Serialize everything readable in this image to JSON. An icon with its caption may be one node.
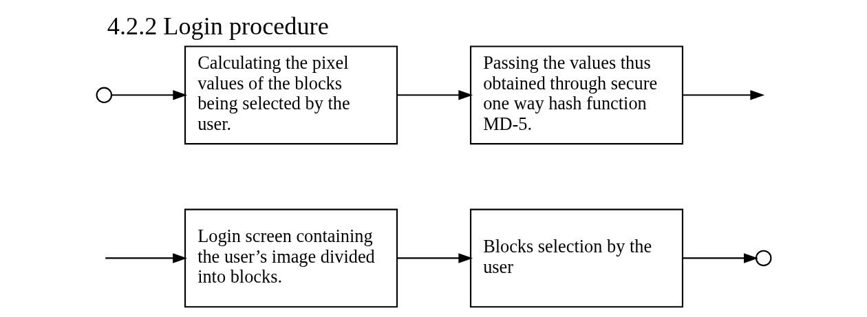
{
  "diagram": {
    "title": "4.2.2 Login procedure",
    "nodes": [
      {
        "text": [
          "Login screen containing the user’s image divided into blocks."
        ]
      },
      {
        "text": [
          "Blocks selection by the user"
        ]
      },
      {
        "text": [],
        "shape": "circle"
      },
      {
        "text": [],
        "shape": "circle"
      },
      {
        "text": [
          "Calculating the pixel values of the blocks being selected by the user."
        ]
      },
      {
        "text": [
          "Passing the values thus obtained through secure one way hash function MD-5."
        ]
      }
    ],
    "edges": [
      {
        "from": null,
        "to": 0,
        "arrow": "to"
      },
      {
        "from": 0,
        "to": 1,
        "arrow": "to"
      },
      {
        "from": 1,
        "to": 2,
        "arrow": "to"
      },
      {
        "from": 3,
        "to": 4,
        "arrow": "to"
      },
      {
        "from": 4,
        "to": 5,
        "arrow": "to"
      },
      {
        "from": 5,
        "to": null,
        "arrow": "to"
      }
    ]
  }
}
